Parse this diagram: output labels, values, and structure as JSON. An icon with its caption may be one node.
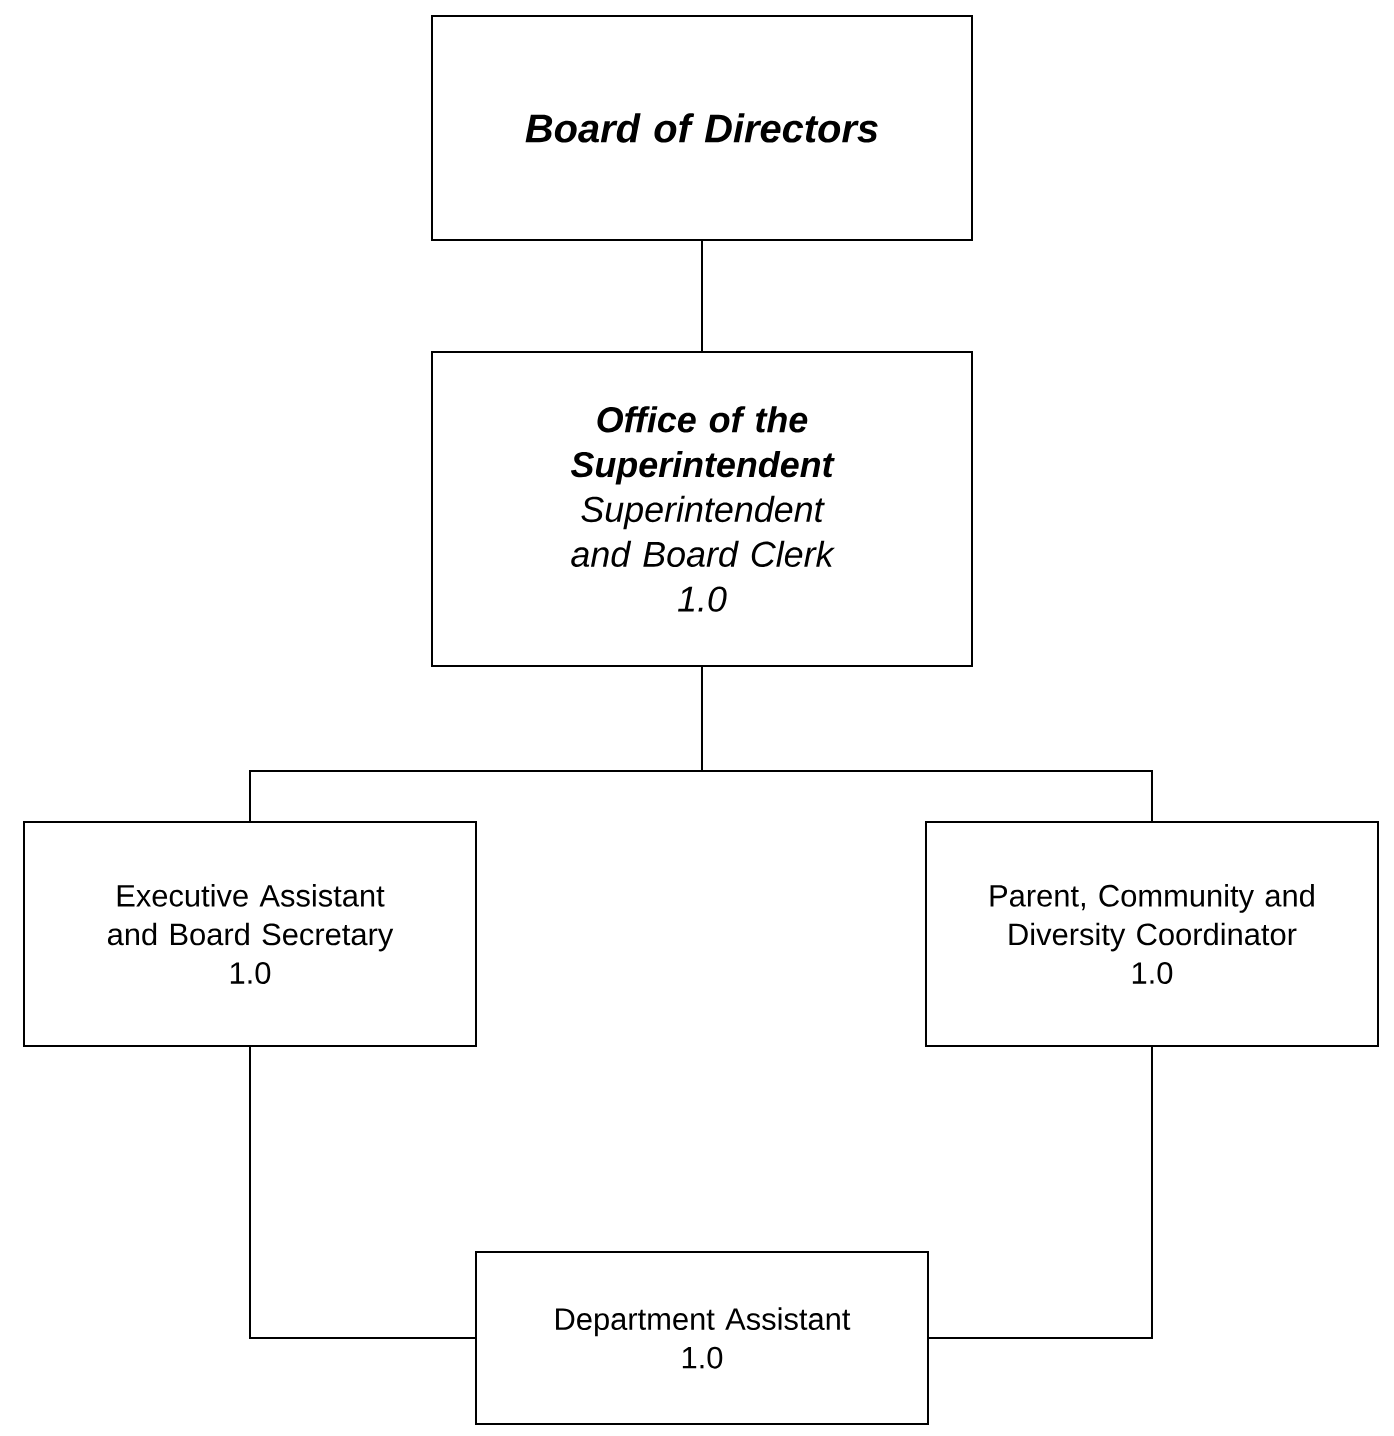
{
  "diagram": {
    "nodes": [
      {
        "text": [
          "Board of Directors"
        ]
      },
      {
        "text": [
          "Office of the Superintendent",
          "Superintendent and Board Clerk",
          "1.0"
        ]
      },
      {
        "text": [
          "Executive Assistant and Board Secretary",
          "1.0"
        ]
      },
      {
        "text": [
          "Parent, Community and Diversity Coordinator",
          "1.0"
        ]
      },
      {
        "text": [
          "Department Assistant",
          "1.0"
        ]
      }
    ],
    "edges": [
      {
        "from": 0,
        "to": 1,
        "arrow": "none"
      },
      {
        "from": 1,
        "to": 2,
        "arrow": "none"
      },
      {
        "from": 1,
        "to": 3,
        "arrow": "none"
      },
      {
        "from": 2,
        "to": 4,
        "arrow": "none"
      },
      {
        "from": 3,
        "to": 4,
        "arrow": "none"
      }
    ]
  }
}
